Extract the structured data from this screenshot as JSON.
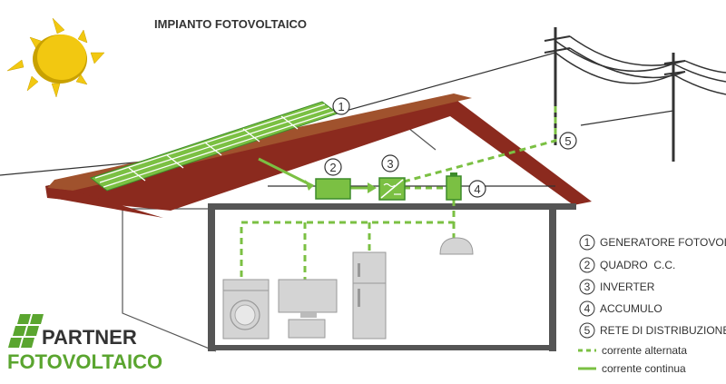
{
  "title": "IMPIANTO FOTOVOLTAICO",
  "markers": [
    "1",
    "2",
    "3",
    "4",
    "5"
  ],
  "legend": {
    "items": [
      {
        "num": "1",
        "label": "GENERATORE FOTOVOLTAICO"
      },
      {
        "num": "2",
        "label": "QUADRO  C.C."
      },
      {
        "num": "3",
        "label": "INVERTER"
      },
      {
        "num": "4",
        "label": "ACCUMULO"
      },
      {
        "num": "5",
        "label": "RETE DI DISTRIBUZIONE"
      }
    ],
    "ac_label": "corrente alternata",
    "dc_label": "corrente continua"
  },
  "brand": {
    "line1": "PARTNER",
    "line2": "FOTOVOLTAICO"
  },
  "colors": {
    "green": "#7bc043",
    "green_dark": "#3d8b2a",
    "roof": "#a0522d",
    "roof_edge": "#8b2a1e",
    "sun": "#f2c811",
    "wall": "#555555",
    "appliance": "#d4d4d4"
  }
}
